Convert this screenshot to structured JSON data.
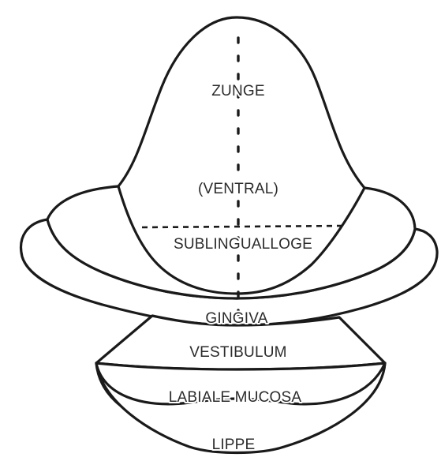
{
  "diagram": {
    "labels": {
      "zunge": "ZUNGE",
      "ventral": "(VENTRAL)",
      "sublingualloge": "SUBLINGUALLOGE",
      "gingiva": "GINGIVA",
      "vestibulum": "VESTIBULUM",
      "labiale_mucosa": "LABIALE MUCOSA",
      "lippe": "LIPPE"
    },
    "colors": {
      "stroke": "#1a1a1a",
      "text": "#2b2b2b",
      "background": "#ffffff"
    }
  }
}
